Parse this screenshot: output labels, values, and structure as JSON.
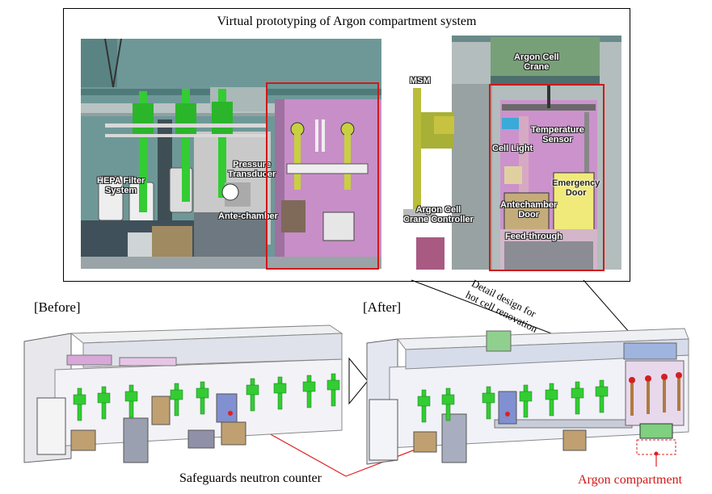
{
  "top_panel": {
    "title": "Virtual  prototyping of Argon compartment system",
    "left_labels": {
      "hepa": "HEPA Filter\nSystem",
      "pressure": "Pressure\nTransducer",
      "antechamber": "Ante-chamber"
    },
    "right_labels": {
      "msm": "MSM",
      "crane": "Argon Cell\nCrane",
      "temp": "Temperature\nSensor",
      "light": "Cell Light",
      "emergency": "Emergency\nDoor",
      "ante_door": "Antechamber\nDoor",
      "feed": "Feed-through",
      "crane_ctrl": "Argon Cell\nCrane Controller"
    }
  },
  "annotations": {
    "detail_design": "Detail  design  for\nhot cell renovation",
    "before": "[Before]",
    "after": "[After]",
    "neutron_counter": "Safeguards neutron counter",
    "argon_compartment": "Argon compartment"
  },
  "colors": {
    "accent_red": "#d01818",
    "green_manipulator": "#33cc33",
    "purple_compartment": "#c68ac6",
    "teal_wall": "#5f8c8c"
  }
}
